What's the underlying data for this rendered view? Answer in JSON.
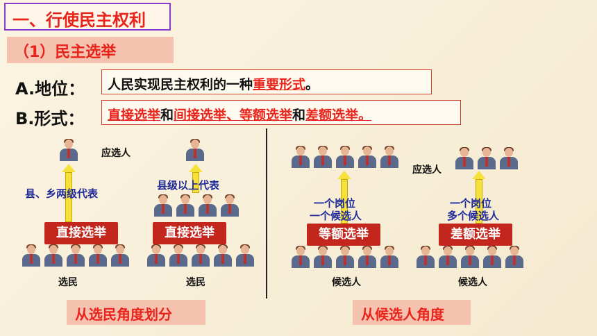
{
  "title": "一、行使民主权利",
  "subtitle": "（1）民主选举",
  "section_a": {
    "label": "A.地位：",
    "text_before": "人民实现民主权利的一种",
    "text_highlight": "重要形式",
    "text_after": "。"
  },
  "section_b": {
    "label": "B.形式：",
    "part1": "直接选举",
    "and1": "和",
    "part2": "间接选举、等额选举",
    "and2": "和",
    "part3": "差额选举。"
  },
  "diagram_left": {
    "candidate_label": "应选人",
    "blue_label_1": "县、乡两级代表",
    "blue_label_2": "县级以上代表",
    "btn_1": "直接选举",
    "btn_2": "直接选举",
    "voter_label_1": "选民",
    "voter_label_2": "选民"
  },
  "diagram_right": {
    "candidate_label": "应选人",
    "blue_label_1a": "一个岗位",
    "blue_label_1b": "一个候选人",
    "blue_label_2a": "一个岗位",
    "blue_label_2b": "多个候选人",
    "btn_1": "等额选举",
    "btn_2": "差额选举",
    "candidate_bottom_1": "候选人",
    "candidate_bottom_2": "候选人"
  },
  "footer": {
    "left": "从选民角度划分",
    "right": "从候选人角度"
  }
}
